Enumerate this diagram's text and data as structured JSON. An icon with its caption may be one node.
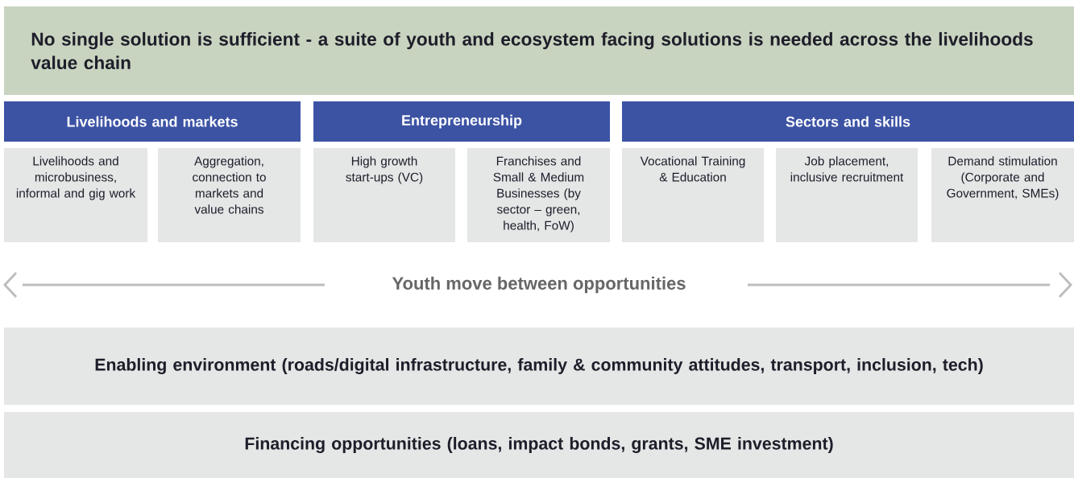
{
  "diagram": {
    "nodes": [
      {
        "text": [
          "No single solution is sufficient - a suite of youth and ecosystem facing solutions is needed across the livelihoods value chain"
        ]
      },
      {
        "text": [
          "Livelihoods and markets"
        ]
      },
      {
        "text": [
          "Entrepreneurship"
        ]
      },
      {
        "text": [
          "Sectors and skills"
        ]
      },
      {
        "text": [
          "Livelihoods and microbusiness, informal and gig work"
        ]
      },
      {
        "text": [
          "Aggregation, connection to markets and value chains"
        ]
      },
      {
        "text": [
          "High growth start-ups (VC)"
        ]
      },
      {
        "text": [
          "Franchises and Small & Medium Businesses (by sector – green, health, FoW)"
        ]
      },
      {
        "text": [
          "Vocational Training & Education"
        ]
      },
      {
        "text": [
          "Job placement, inclusive recruitment"
        ]
      },
      {
        "text": [
          "Demand stimulation (Corporate and Government, SMEs)"
        ]
      },
      {
        "text": [
          "Enabling environment (roads/digital infrastructure, family & community attitudes, transport, inclusion, tech)"
        ]
      },
      {
        "text": [
          "Financing opportunities (loans, impact bonds, grants, SME investment)"
        ]
      }
    ],
    "labels": [
      "Youth move between opportunities"
    ]
  }
}
